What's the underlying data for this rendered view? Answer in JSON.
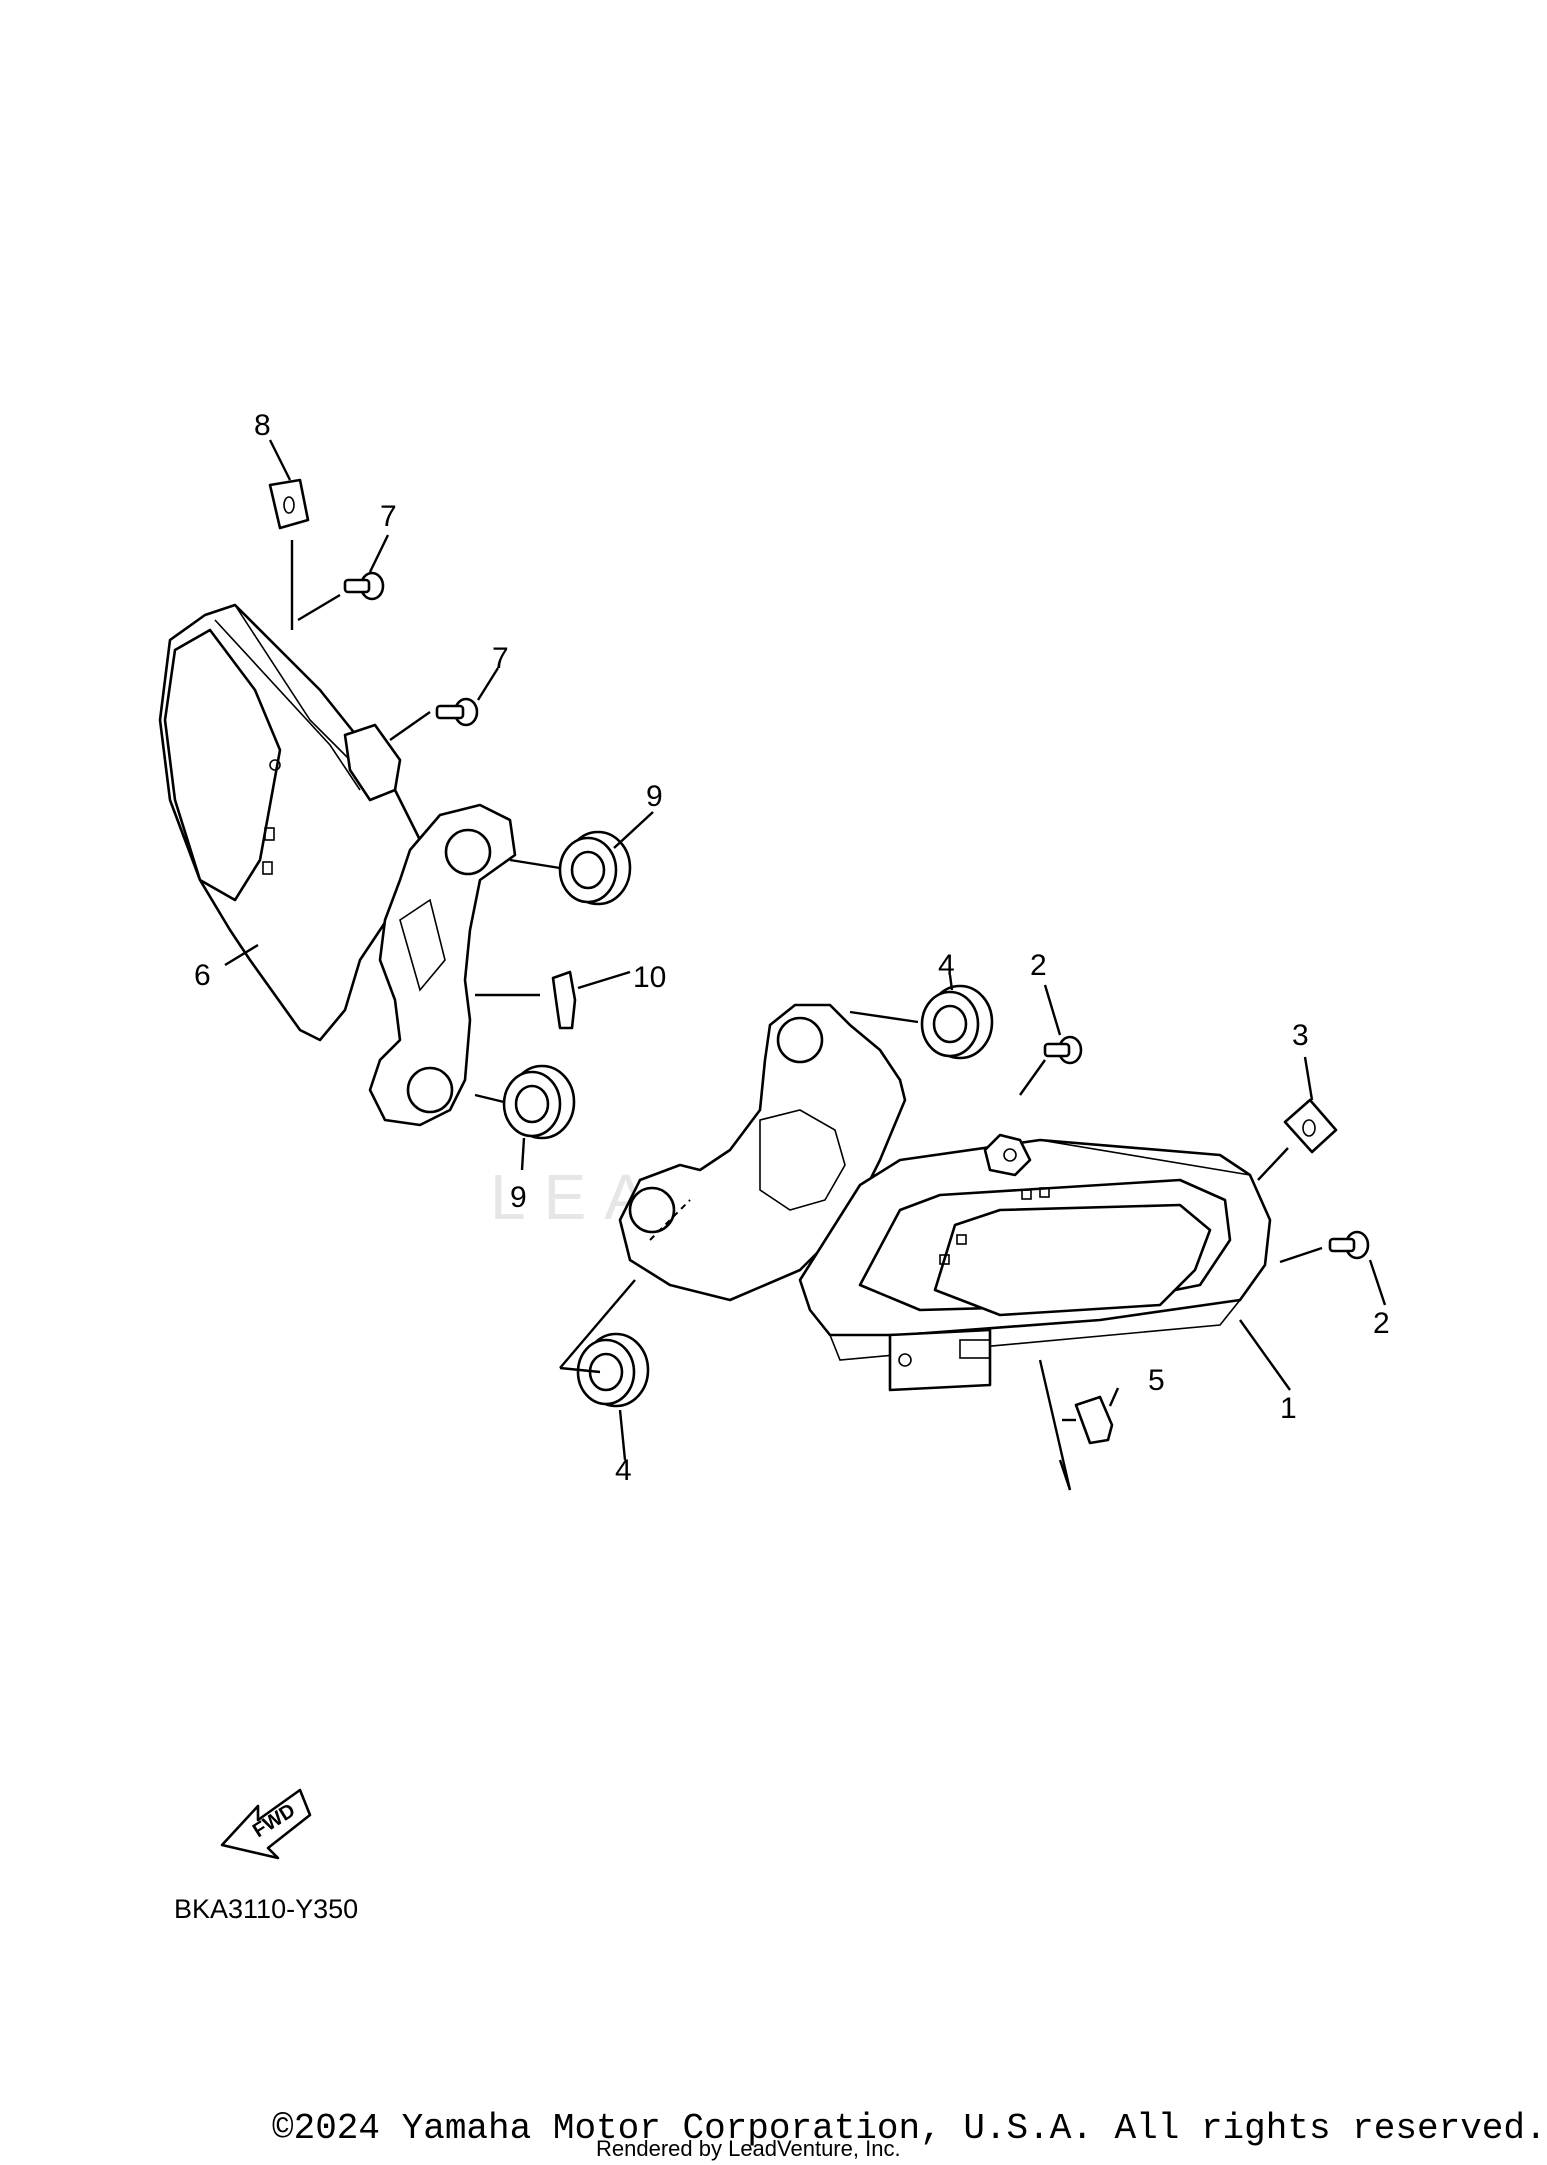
{
  "callouts": {
    "c1": "1",
    "c2a": "2",
    "c2b": "2",
    "c3": "3",
    "c4a": "4",
    "c4b": "4",
    "c5": "5",
    "c6": "6",
    "c7a": "7",
    "c7b": "7",
    "c8": "8",
    "c9a": "9",
    "c9b": "9",
    "c10": "10"
  },
  "fwd_label": "FWD",
  "diagram_code": "BKA3110-Y350",
  "watermark": "LEADVENTURE",
  "copyright": "©2024 Yamaha Motor Corporation, U.S.A. All rights reserved.",
  "rendered_by": "Rendered by LeadVenture, Inc."
}
